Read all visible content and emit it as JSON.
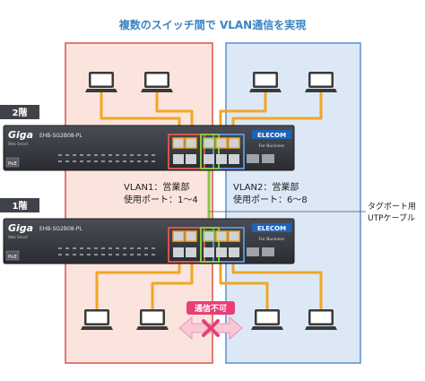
{
  "title": "複数のスイッチ間で VLAN通信を実現",
  "floors": {
    "upper": "2階",
    "lower": "1階"
  },
  "switch": {
    "model": "EHB-SG2B08-PL",
    "giga_logo": "Giga",
    "giga_sub": "Web Smart",
    "poe": "PoE",
    "brand": "ELECOM",
    "brand_sub": "For Business"
  },
  "vlan1": {
    "line1": "VLAN1：営業部",
    "line2": "使用ポート：1～4"
  },
  "vlan2": {
    "line1": "VLAN2：営業部",
    "line2": "使用ポート：6～8"
  },
  "tag_callout": {
    "line1": "タグポート用",
    "line2": "UTPケーブル"
  },
  "blocked": "通信不可",
  "colors": {
    "vlan1_fill": "#fbe4dd",
    "vlan1_border": "#d9534f",
    "vlan2_fill": "#dce8f6",
    "vlan2_border": "#5b8fd1",
    "cable": "#f2a623",
    "tag_cable": "#8cc63f",
    "blocked": "#e63f78",
    "title": "#3a83c4"
  }
}
